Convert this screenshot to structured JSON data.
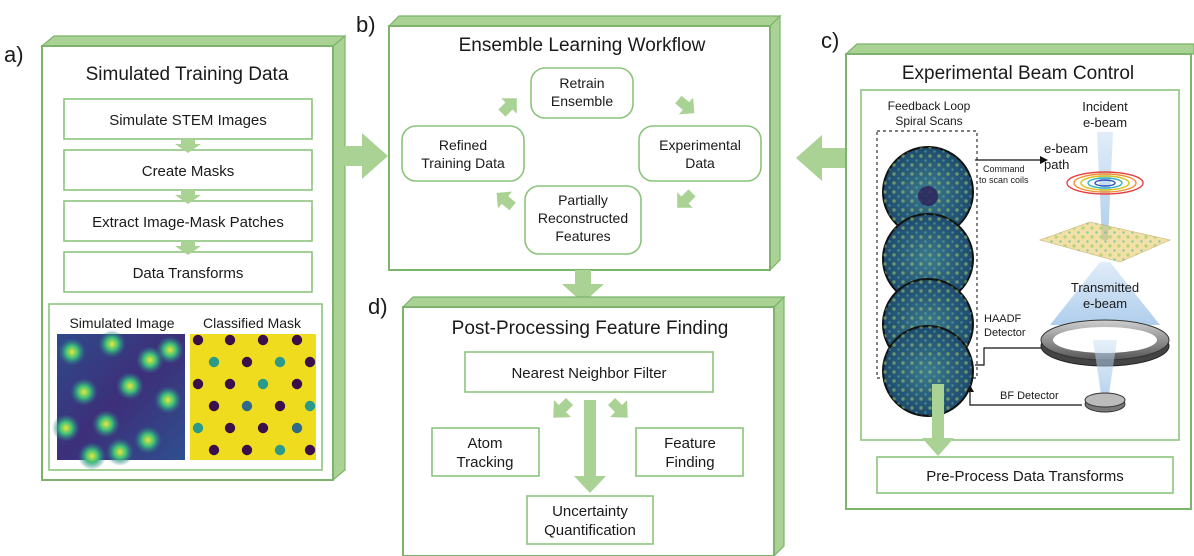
{
  "panel_a": {
    "letter": "a)",
    "title": "Simulated Training Data",
    "steps": [
      "Simulate STEM Images",
      "Create Masks",
      "Extract Image-Mask Patches",
      "Data Transforms"
    ],
    "image_label_1": "Simulated Image",
    "image_label_2": "Classified Mask"
  },
  "panel_b": {
    "letter": "b)",
    "title": "Ensemble Learning Workflow",
    "cycle": {
      "retrain_1": "Retrain",
      "retrain_2": "Ensemble",
      "exp_1": "Experimental",
      "exp_2": "Data",
      "partial_1": "Partially",
      "partial_2": "Reconstructed",
      "partial_3": "Features",
      "refined_1": "Refined",
      "refined_2": "Training Data"
    }
  },
  "panel_c": {
    "letter": "c)",
    "title": "Experimental Beam Control",
    "feedback_1": "Feedback Loop",
    "feedback_2": "Spiral Scans",
    "command_1": "Command",
    "command_2": "to scan coils",
    "ebeam_path_1": "e-beam",
    "ebeam_path_2": "path",
    "incident_1": "Incident",
    "incident_2": "e-beam",
    "transmitted_1": "Transmitted",
    "transmitted_2": "e-beam",
    "haadf_1": "HAADF",
    "haadf_2": "Detector",
    "bf": "BF Detector",
    "preprocess": "Pre-Process Data Transforms"
  },
  "panel_d": {
    "letter": "d)",
    "title": "Post-Processing Feature Finding",
    "nn_filter": "Nearest Neighbor Filter",
    "atom_1": "Atom",
    "atom_2": "Tracking",
    "feature_1": "Feature",
    "feature_2": "Finding",
    "uq_1": "Uncertainty",
    "uq_2": "Quantification"
  },
  "colors": {
    "accent_green": "#7cb46b",
    "arrow_green": "#a9d294",
    "sim_image_base": "#3b4d8c",
    "mask_background": "#f0dc1e",
    "mask_dot_dark": "#3a0f4a",
    "mask_dot_teal": "#2a9a8a",
    "mask_dot_blue": "#2f6a8a"
  }
}
